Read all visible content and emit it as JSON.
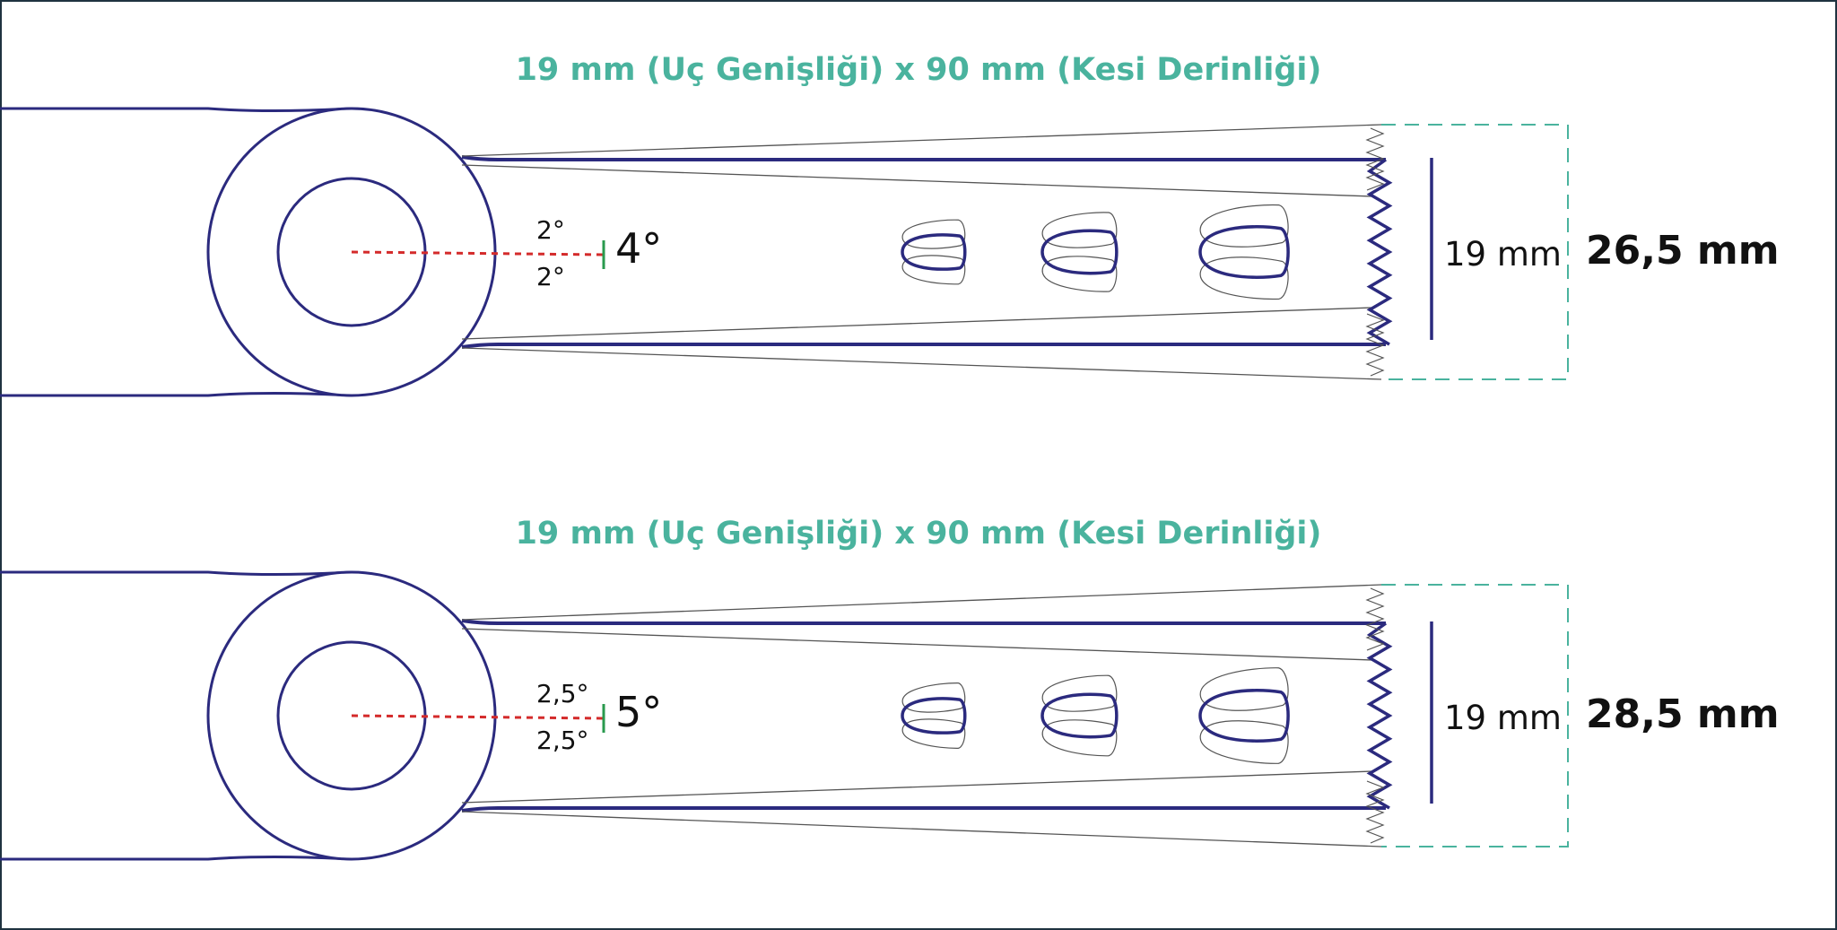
{
  "colors": {
    "outline": "#2b2a7e",
    "thin": "#555555",
    "accent": "#4ab39e",
    "axis": "#d42b2b",
    "marker": "#2a9a4e",
    "text": "#111111"
  },
  "blades": [
    {
      "title": "19 mm (Uç Genişliği) x 90 mm (Kesi Derinliği)",
      "half_angle_top": "2°",
      "half_angle_bottom": "2°",
      "total_angle": "4°",
      "blade_width": "19 mm",
      "sweep_width": "26,5 mm"
    },
    {
      "title": "19 mm (Uç Genişliği) x 90 mm (Kesi Derinliği)",
      "half_angle_top": "2,5°",
      "half_angle_bottom": "2,5°",
      "total_angle": "5°",
      "blade_width": "19 mm",
      "sweep_width": "28,5 mm"
    }
  ]
}
